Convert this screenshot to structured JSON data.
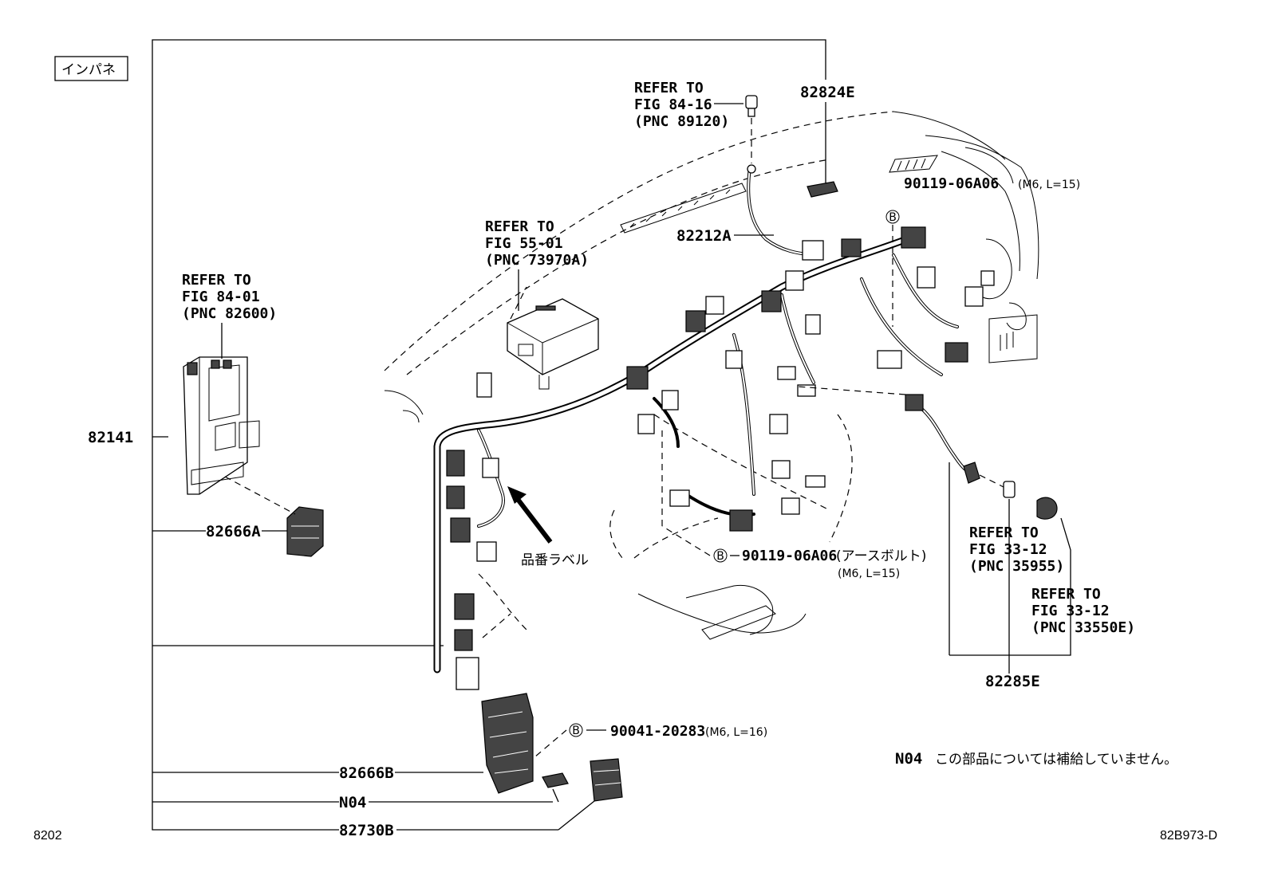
{
  "section_tag": "インパネ",
  "parts": {
    "p82141": "82141",
    "p82666A": "82666A",
    "p82666B": "82666B",
    "pN04": "N04",
    "p82730B": "82730B",
    "p82212A": "82212A",
    "p82824E": "82824E",
    "p82285E": "82285E",
    "bolt_top": "90119-06A06",
    "bolt_top_spec": "(M6, L=15)",
    "bolt_earth": "90119-06A06",
    "bolt_earth_desc": "(アースボルト)",
    "bolt_earth_spec": "(M6, L=15)",
    "bolt_bottom": "90041-20283",
    "bolt_bottom_spec": "(M6, L=16)"
  },
  "refs": {
    "r84_16": [
      "REFER TO",
      "FIG 84-16",
      "(PNC 89120)"
    ],
    "r55_01": [
      "REFER TO",
      "FIG 55-01",
      "(PNC 73970A)"
    ],
    "r84_01": [
      "REFER TO",
      "FIG 84-01",
      "(PNC 82600)"
    ],
    "r33_12a": [
      "REFER TO",
      "FIG 33-12",
      "(PNC 35955)"
    ],
    "r33_12b": [
      "REFER TO",
      "FIG 33-12",
      "(PNC 33550E)"
    ]
  },
  "markers": {
    "b": "B"
  },
  "label_hinban": "品番ラベル",
  "note": {
    "code": "N04",
    "text": "この部品については補給していません。"
  },
  "corner": {
    "left": "8202",
    "right": "82B973-D"
  }
}
